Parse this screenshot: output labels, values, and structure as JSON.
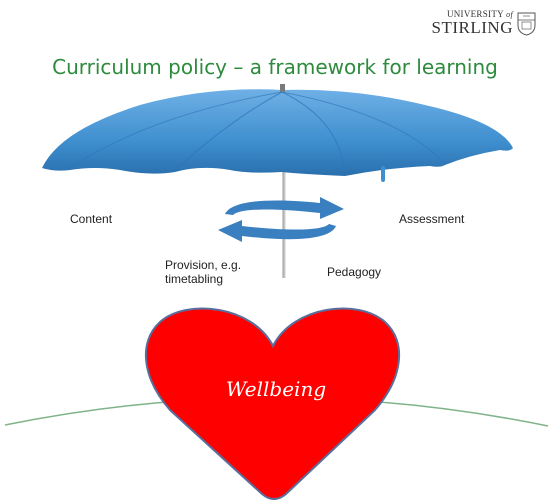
{
  "logo": {
    "line1": "UNIVERSITY",
    "line1_of": "of",
    "line2": "STIRLING",
    "crest_icon": "university-crest-icon"
  },
  "title": "Curriculum policy – a framework for learning",
  "labels": {
    "content": "Content",
    "assessment": "Assessment",
    "provision_line1": "Provision, e.g.",
    "provision_line2": "timetabling",
    "pedagogy": "Pedagogy"
  },
  "heart": {
    "text": "Wellbeing",
    "color": "#ff0000",
    "border": "#5a6e9c"
  },
  "colors": {
    "title": "#2e8b3e",
    "umbrella": "#3f8fcf",
    "arrows": "#3a7fc0",
    "ground": "#7fb38a"
  },
  "icons": {
    "umbrella": "umbrella-icon",
    "cycle": "cycle-arrows-icon"
  }
}
